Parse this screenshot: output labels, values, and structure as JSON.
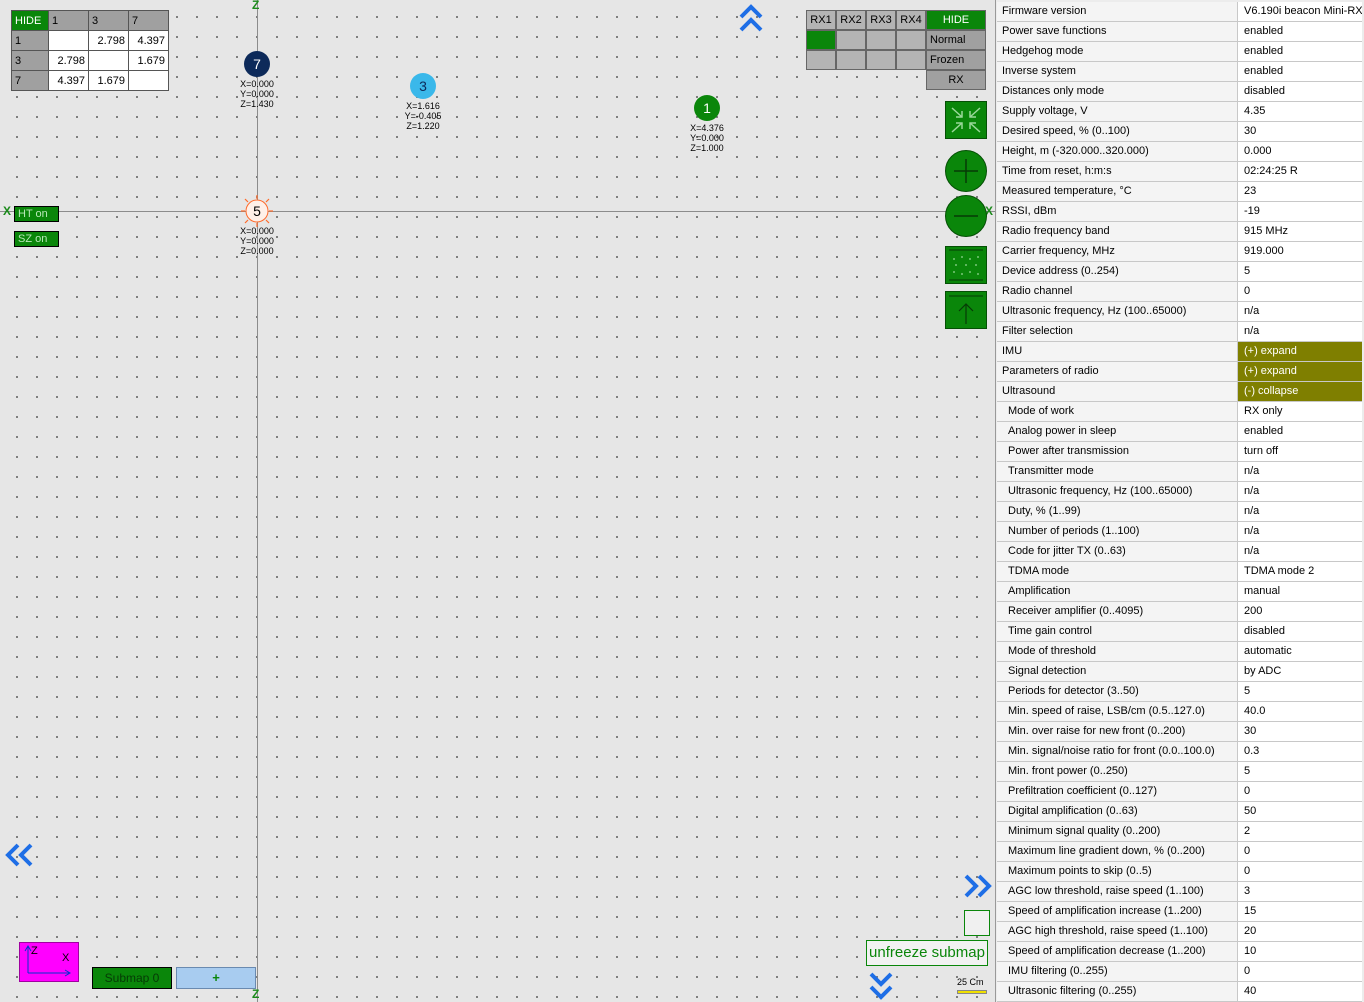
{
  "map": {
    "axis_labels": {
      "z_top": "Z",
      "z_bottom": "Z",
      "x_left": "X",
      "x_right": "X"
    },
    "distance_table": {
      "hide_label": "HIDE",
      "columns": [
        "1",
        "3",
        "7"
      ],
      "rows": [
        {
          "id": "1",
          "cells": [
            "",
            "2.798",
            "4.397"
          ]
        },
        {
          "id": "3",
          "cells": [
            "2.798",
            "",
            "1.679"
          ]
        },
        {
          "id": "7",
          "cells": [
            "4.397",
            "1.679",
            ""
          ]
        }
      ]
    },
    "beacons": [
      {
        "id": "7",
        "x": "X=0.000",
        "y": "Y=0.000",
        "z": "Z=1.430",
        "color": "#0d2a5a"
      },
      {
        "id": "3",
        "x": "X=1.616",
        "y": "Y=-0.405",
        "z": "Z=1.220",
        "color": "#3ab8ea"
      },
      {
        "id": "1",
        "x": "X=4.376",
        "y": "Y=0.000",
        "z": "Z=1.000",
        "color": "#0a860a"
      },
      {
        "id": "5",
        "x": "X=0.000",
        "y": "Y=0.000",
        "z": "Z=0.000",
        "color": "#ff6a2a"
      }
    ],
    "ht_button": "HT on",
    "sz_button": "SZ on",
    "rx_grid": {
      "headers": [
        "RX1",
        "RX2",
        "RX3",
        "RX4"
      ],
      "hide_label": "HIDE",
      "modes": [
        "Normal",
        "Frozen",
        "RX"
      ]
    },
    "submap_label": "Submap 0",
    "add_submap_label": "+",
    "zx_labels": {
      "z": "Z",
      "x": "X"
    },
    "unfreeze_label": "unfreeze submap",
    "scale_label": "25 Cm",
    "colors": {
      "green": "#0a860a",
      "chevron": "#1e6ee6",
      "magenta": "#ff00ff"
    }
  },
  "panel": {
    "rows": [
      {
        "name": "Firmware version",
        "value": "V6.190i beacon Mini-RX"
      },
      {
        "name": "Power save functions",
        "value": "enabled"
      },
      {
        "name": "Hedgehog mode",
        "value": "enabled"
      },
      {
        "name": "Inverse system",
        "value": "enabled"
      },
      {
        "name": "Distances only mode",
        "value": "disabled"
      },
      {
        "name": "Supply voltage, V",
        "value": "4.35"
      },
      {
        "name": "Desired speed, % (0..100)",
        "value": "30"
      },
      {
        "name": "Height, m (-320.000..320.000)",
        "value": "0.000"
      },
      {
        "name": "Time from reset, h:m:s",
        "value": "02:24:25   R"
      },
      {
        "name": "Measured temperature, °C",
        "value": "23"
      },
      {
        "name": "RSSI, dBm",
        "value": "-19"
      },
      {
        "name": "Radio frequency band",
        "value": "915 MHz"
      },
      {
        "name": "Carrier frequency, MHz",
        "value": "919.000"
      },
      {
        "name": "Device address (0..254)",
        "value": "5"
      },
      {
        "name": "Radio channel",
        "value": "0"
      },
      {
        "name": "Ultrasonic frequency, Hz (100..65000)",
        "value": "n/a"
      },
      {
        "name": "Filter selection",
        "value": "n/a"
      },
      {
        "name": "IMU",
        "value": "(+) expand",
        "style": "olive"
      },
      {
        "name": "Parameters of radio",
        "value": "(+) expand",
        "style": "olive"
      },
      {
        "name": "Ultrasound",
        "value": "(-) collapse",
        "style": "olive"
      },
      {
        "name": "Mode of work",
        "value": "RX only",
        "sub": true
      },
      {
        "name": "Analog power in sleep",
        "value": "enabled",
        "sub": true
      },
      {
        "name": "Power after transmission",
        "value": "turn off",
        "sub": true
      },
      {
        "name": "Transmitter mode",
        "value": "n/a",
        "sub": true
      },
      {
        "name": "Ultrasonic frequency, Hz (100..65000)",
        "value": "n/a",
        "sub": true
      },
      {
        "name": "Duty, % (1..99)",
        "value": "n/a",
        "sub": true
      },
      {
        "name": "Number of periods (1..100)",
        "value": "n/a",
        "sub": true
      },
      {
        "name": "Code for jitter TX (0..63)",
        "value": "n/a",
        "sub": true
      },
      {
        "name": "TDMA mode",
        "value": "TDMA mode 2",
        "sub": true
      },
      {
        "name": "Amplification",
        "value": "manual",
        "sub": true
      },
      {
        "name": "Receiver amplifier (0..4095)",
        "value": "200",
        "sub": true
      },
      {
        "name": "Time gain control",
        "value": "disabled",
        "sub": true
      },
      {
        "name": "Mode of threshold",
        "value": "automatic",
        "sub": true
      },
      {
        "name": "Signal detection",
        "value": "by ADC",
        "sub": true
      },
      {
        "name": "Periods for detector (3..50)",
        "value": "5",
        "sub": true
      },
      {
        "name": "Min. speed of raise, LSB/cm (0.5..127.0)",
        "value": "40.0",
        "sub": true
      },
      {
        "name": "Min. over raise for new front (0..200)",
        "value": "30",
        "sub": true
      },
      {
        "name": "Min. signal/noise ratio for front (0.0..100.0)",
        "value": "0.3",
        "sub": true
      },
      {
        "name": "Min. front power (0..250)",
        "value": "5",
        "sub": true
      },
      {
        "name": "Prefiltration coefficient (0..127)",
        "value": "0",
        "sub": true
      },
      {
        "name": "Digital amplification (0..63)",
        "value": "50",
        "sub": true
      },
      {
        "name": "Minimum signal quality (0..200)",
        "value": "2",
        "sub": true
      },
      {
        "name": "Maximum line gradient down, % (0..200)",
        "value": "0",
        "sub": true
      },
      {
        "name": "Maximum points to skip (0..5)",
        "value": "0",
        "sub": true
      },
      {
        "name": "AGC low threshold, raise speed (1..100)",
        "value": "3",
        "sub": true
      },
      {
        "name": "Speed of amplification increase (1..200)",
        "value": "15",
        "sub": true
      },
      {
        "name": "AGC high threshold, raise speed (1..100)",
        "value": "20",
        "sub": true
      },
      {
        "name": "Speed of amplification decrease (1..200)",
        "value": "10",
        "sub": true
      },
      {
        "name": "IMU filtering (0..255)",
        "value": "0",
        "sub": true
      },
      {
        "name": "Ultrasonic filtering (0..255)",
        "value": "40",
        "sub": true
      }
    ]
  }
}
